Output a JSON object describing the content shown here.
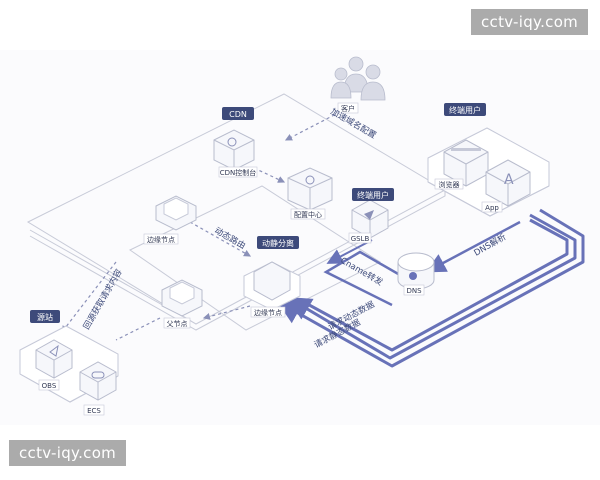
{
  "watermark": {
    "top": "cctv-iqy.com",
    "bottom": "cctv-iqy.com"
  },
  "tags": {
    "cdn": "CDN",
    "end_user_right": "终端用户",
    "end_user_gslb": "终端用户",
    "dynamic_static": "动静分离",
    "origin": "源站"
  },
  "nodes": {
    "customer": "客户",
    "cdn_console": "CDN控制台",
    "config_center": "配置中心",
    "gslb": "GSLB",
    "browser": "浏览器",
    "app": "App",
    "dns": "DNS",
    "edge_node_left": "边缘节点",
    "edge_node_center": "边缘节点",
    "parent_node": "父节点",
    "obs": "OBS",
    "ecs": "ECS"
  },
  "flows": {
    "accelerate_config": "加速域名配置",
    "dns_resolve": "DNS解析",
    "cname_forward": "Cname转发",
    "dynamic_routing": "动态路由",
    "back_to_origin": "回源获取请求内容",
    "request_dynamic": "请求动态数据",
    "request_static": "请求静态数据"
  },
  "colors": {
    "tag_bg": "#3d4a7a",
    "flow_line": "#6872b8",
    "platform": "#d4d7e3",
    "node_top": "#f6f7fb",
    "node_side": "#c6c9d8",
    "text": "#333a55"
  }
}
